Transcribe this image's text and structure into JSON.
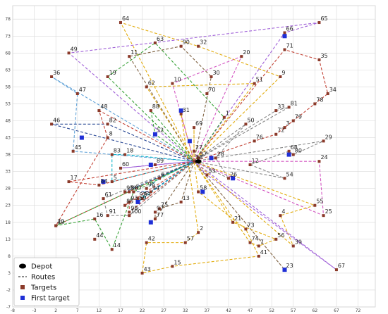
{
  "chart_data": {
    "type": "scatter",
    "title": "",
    "xlabel": "",
    "ylabel": "",
    "xlim": [
      -8,
      76
    ],
    "ylim": [
      -7,
      82
    ],
    "x_ticks": [
      -8,
      -3,
      2,
      7,
      12,
      17,
      22,
      27,
      32,
      37,
      42,
      47,
      52,
      57,
      62,
      67,
      72
    ],
    "y_ticks": [
      -7,
      -2,
      3,
      8,
      13,
      18,
      23,
      28,
      33,
      38,
      43,
      48,
      53,
      58,
      63,
      68,
      73,
      78
    ],
    "grid": true,
    "depot": {
      "x": 35,
      "y": 36
    },
    "targets": [
      {
        "id": "1",
        "x": 41,
        "y": 49
      },
      {
        "id": "2",
        "x": 35,
        "y": 15
      },
      {
        "id": "3",
        "x": 55,
        "y": 46
      },
      {
        "id": "4",
        "x": 54,
        "y": 20
      },
      {
        "id": "5",
        "x": 15,
        "y": 30
      },
      {
        "id": "6",
        "x": 26,
        "y": 31
      },
      {
        "id": "7",
        "x": 49,
        "y": 11
      },
      {
        "id": "8",
        "x": 14,
        "y": 43
      },
      {
        "id": "9",
        "x": 54,
        "y": 61
      },
      {
        "id": "10",
        "x": 29,
        "y": 59
      },
      {
        "id": "11",
        "x": 19,
        "y": 67
      },
      {
        "id": "12",
        "x": 47,
        "y": 35
      },
      {
        "id": "13",
        "x": 31,
        "y": 24
      },
      {
        "id": "14",
        "x": 15,
        "y": 10
      },
      {
        "id": "15",
        "x": 29,
        "y": 5
      },
      {
        "id": "16",
        "x": 11,
        "y": 19
      },
      {
        "id": "17",
        "x": 5,
        "y": 30
      },
      {
        "id": "18",
        "x": 18,
        "y": 38
      },
      {
        "id": "19",
        "x": 14,
        "y": 61
      },
      {
        "id": "20",
        "x": 45,
        "y": 67
      },
      {
        "id": "21",
        "x": 43,
        "y": 18
      },
      {
        "id": "22",
        "x": 2,
        "y": 17
      },
      {
        "id": "23",
        "x": 55,
        "y": 4
      },
      {
        "id": "24",
        "x": 63,
        "y": 36
      },
      {
        "id": "25",
        "x": 64,
        "y": 20
      },
      {
        "id": "26",
        "x": 42,
        "y": 31
      },
      {
        "id": "27",
        "x": 34,
        "y": 39
      },
      {
        "id": "28",
        "x": 39,
        "y": 37
      },
      {
        "id": "29",
        "x": 64,
        "y": 42
      },
      {
        "id": "30",
        "x": 38,
        "y": 61
      },
      {
        "id": "31",
        "x": 31,
        "y": 50
      },
      {
        "id": "32",
        "x": 35,
        "y": 70
      },
      {
        "id": "33",
        "x": 53,
        "y": 51
      },
      {
        "id": "34",
        "x": 65,
        "y": 56
      },
      {
        "id": "35",
        "x": 63,
        "y": 66
      },
      {
        "id": "36",
        "x": 1,
        "y": 61
      },
      {
        "id": "37",
        "x": 35,
        "y": 37
      },
      {
        "id": "38",
        "x": 34,
        "y": 36
      },
      {
        "id": "39",
        "x": 57,
        "y": 11
      },
      {
        "id": "40",
        "x": 2,
        "y": 17
      },
      {
        "id": "41",
        "x": 49,
        "y": 8
      },
      {
        "id": "42",
        "x": 23,
        "y": 12
      },
      {
        "id": "43",
        "x": 22,
        "y": 3
      },
      {
        "id": "44",
        "x": 11,
        "y": 13
      },
      {
        "id": "45",
        "x": 6,
        "y": 39
      },
      {
        "id": "46",
        "x": 1,
        "y": 47
      },
      {
        "id": "47",
        "x": 7,
        "y": 56
      },
      {
        "id": "48",
        "x": 12,
        "y": 51
      },
      {
        "id": "49",
        "x": 5,
        "y": 68
      },
      {
        "id": "50",
        "x": 46,
        "y": 47
      },
      {
        "id": "51",
        "x": 48,
        "y": 59
      },
      {
        "id": "52",
        "x": 25,
        "y": 44
      },
      {
        "id": "53",
        "x": 37,
        "y": 32
      },
      {
        "id": "54",
        "x": 55,
        "y": 31
      },
      {
        "id": "55",
        "x": 62,
        "y": 23
      },
      {
        "id": "56",
        "x": 53,
        "y": 13
      },
      {
        "id": "57",
        "x": 32,
        "y": 12
      },
      {
        "id": "58",
        "x": 35,
        "y": 27
      },
      {
        "id": "59",
        "x": 21,
        "y": 24
      },
      {
        "id": "60",
        "x": 17,
        "y": 34
      },
      {
        "id": "61",
        "x": 13,
        "y": 25
      },
      {
        "id": "62",
        "x": 23,
        "y": 58
      },
      {
        "id": "63",
        "x": 25,
        "y": 71
      },
      {
        "id": "64",
        "x": 17,
        "y": 77
      },
      {
        "id": "65",
        "x": 63,
        "y": 77
      },
      {
        "id": "66",
        "x": 55,
        "y": 74
      },
      {
        "id": "67",
        "x": 67,
        "y": 4
      },
      {
        "id": "68",
        "x": 56,
        "y": 39
      },
      {
        "id": "69",
        "x": 34,
        "y": 46
      },
      {
        "id": "70",
        "x": 37,
        "y": 56
      },
      {
        "id": "71",
        "x": 55,
        "y": 69
      },
      {
        "id": "72",
        "x": 53,
        "y": 44
      },
      {
        "id": "73",
        "x": 46,
        "y": 16
      },
      {
        "id": "74",
        "x": 47,
        "y": 12
      },
      {
        "id": "75",
        "x": 26,
        "y": 22
      },
      {
        "id": "76",
        "x": 48,
        "y": 42
      },
      {
        "id": "77",
        "x": 25,
        "y": 19
      },
      {
        "id": "78",
        "x": 62,
        "y": 53
      },
      {
        "id": "79",
        "x": 57,
        "y": 48
      },
      {
        "id": "80",
        "x": 57,
        "y": 38
      },
      {
        "id": "81",
        "x": 56,
        "y": 52
      },
      {
        "id": "82",
        "x": 14,
        "y": 47
      },
      {
        "id": "83",
        "x": 15,
        "y": 38
      },
      {
        "id": "84",
        "x": 12,
        "y": 29
      },
      {
        "id": "85",
        "x": 18,
        "y": 23
      },
      {
        "id": "86",
        "x": 19,
        "y": 27
      },
      {
        "id": "87",
        "x": 20,
        "y": 27
      },
      {
        "id": "88",
        "x": 24,
        "y": 51
      },
      {
        "id": "89",
        "x": 25,
        "y": 35
      },
      {
        "id": "90",
        "x": 31,
        "y": 70
      },
      {
        "id": "91",
        "x": 14,
        "y": 20
      },
      {
        "id": "92",
        "x": 21,
        "y": 25
      },
      {
        "id": "93",
        "x": 19,
        "y": 24
      },
      {
        "id": "94",
        "x": 24,
        "y": 27
      },
      {
        "id": "95",
        "x": 18,
        "y": 27
      },
      {
        "id": "96",
        "x": 23,
        "y": 28
      },
      {
        "id": "97",
        "x": 25,
        "y": 21
      },
      {
        "id": "98",
        "x": 19,
        "y": 21
      },
      {
        "id": "99",
        "x": 22,
        "y": 25
      },
      {
        "id": "100",
        "x": 19,
        "y": 20
      }
    ],
    "first_targets": [
      {
        "x": 33,
        "y": 42
      },
      {
        "x": 25,
        "y": 44
      },
      {
        "x": 31,
        "y": 51
      },
      {
        "x": 38,
        "y": 37
      },
      {
        "x": 56,
        "y": 38
      },
      {
        "x": 43,
        "y": 31
      },
      {
        "x": 36,
        "y": 27
      },
      {
        "x": 55,
        "y": 4
      },
      {
        "x": 24,
        "y": 18
      },
      {
        "x": 21,
        "y": 24
      },
      {
        "x": 13,
        "y": 30
      },
      {
        "x": 8,
        "y": 43
      },
      {
        "x": 24,
        "y": 35
      },
      {
        "x": 55,
        "y": 73
      }
    ],
    "routes": [
      {
        "color": "#e0a800",
        "path": [
          "38",
          "64",
          "32",
          "9",
          "38"
        ]
      },
      {
        "color": "#9b59d6",
        "path": [
          "38",
          "66",
          "65",
          "49",
          "38"
        ]
      },
      {
        "color": "#e0a800",
        "path": [
          "38",
          "62",
          "51",
          "38"
        ]
      },
      {
        "color": "#2e9e2e",
        "path": [
          "38",
          "1",
          "63",
          "19",
          "38"
        ]
      },
      {
        "color": "#7a5c3a",
        "path": [
          "38",
          "30",
          "90",
          "11",
          "38"
        ]
      },
      {
        "color": "#c0392b",
        "path": [
          "38",
          "71",
          "35",
          "34",
          "78",
          "79",
          "3",
          "72",
          "76",
          "38"
        ]
      },
      {
        "color": "#5a9ed6",
        "path": [
          "38",
          "36",
          "47",
          "45",
          "38"
        ]
      },
      {
        "color": "#1f3f8f",
        "path": [
          "38",
          "46",
          "82",
          "38"
        ]
      },
      {
        "color": "#c0392b",
        "path": [
          "38",
          "48",
          "8",
          "22",
          "38"
        ]
      },
      {
        "color": "#00b0c8",
        "path": [
          "38",
          "18",
          "83",
          "5",
          "38"
        ]
      },
      {
        "color": "#c0392b",
        "path": [
          "38",
          "17",
          "84",
          "38"
        ]
      },
      {
        "color": "#e0a800",
        "path": [
          "38",
          "31",
          "2",
          "57",
          "42",
          "43",
          "15",
          "41",
          "73",
          "58",
          "38"
        ]
      },
      {
        "color": "#2e9e2e",
        "path": [
          "38",
          "87",
          "14",
          "16",
          "40",
          "38"
        ]
      },
      {
        "color": "#808080",
        "path": [
          "38",
          "29",
          "80",
          "68",
          "12",
          "54",
          "38"
        ]
      },
      {
        "color": "#d24fc0",
        "path": [
          "38",
          "24",
          "25",
          "38"
        ]
      },
      {
        "color": "#e0a800",
        "path": [
          "38",
          "55",
          "4",
          "39",
          "38"
        ]
      },
      {
        "color": "#9b59d6",
        "path": [
          "38",
          "67",
          "53",
          "38"
        ]
      },
      {
        "color": "#7a5c3a",
        "path": [
          "38",
          "23",
          "38"
        ]
      },
      {
        "color": "#e0a800",
        "path": [
          "38",
          "74",
          "7",
          "56",
          "21",
          "38"
        ]
      },
      {
        "color": "#2e9e2e",
        "path": [
          "38",
          "52",
          "88",
          "38"
        ]
      },
      {
        "color": "#9b59d6",
        "path": [
          "38",
          "89",
          "60",
          "38"
        ]
      },
      {
        "color": "#808080",
        "path": [
          "38",
          "61",
          "91",
          "100",
          "38"
        ]
      },
      {
        "color": "#c0392b",
        "path": [
          "38",
          "85",
          "93",
          "98",
          "38"
        ]
      },
      {
        "color": "#1f3f8f",
        "path": [
          "38",
          "94",
          "86",
          "95",
          "38"
        ]
      },
      {
        "color": "#7a5c3a",
        "path": [
          "38",
          "13",
          "75",
          "97",
          "77",
          "38"
        ]
      },
      {
        "color": "#00b0c8",
        "path": [
          "38",
          "59",
          "92",
          "99",
          "96",
          "6",
          "38"
        ]
      },
      {
        "color": "#808080",
        "path": [
          "38",
          "33",
          "81",
          "38"
        ]
      },
      {
        "color": "#808080",
        "path": [
          "38",
          "50",
          "28",
          "26",
          "38"
        ]
      },
      {
        "color": "#e0a800",
        "path": [
          "38",
          "69",
          "27",
          "38"
        ]
      },
      {
        "color": "#d24fc0",
        "path": [
          "38",
          "20",
          "10",
          "38"
        ]
      }
    ],
    "legend": {
      "placement": "bottom-left",
      "entries": [
        {
          "label": "Depot",
          "marker": "ellipse"
        },
        {
          "label": "Routes",
          "marker": "dash"
        },
        {
          "label": "Targets",
          "marker": "square-brown"
        },
        {
          "label": "First target",
          "marker": "square-blue"
        }
      ]
    },
    "colors": {
      "depot": "#000000",
      "target": "#8b3a2a",
      "first_target": "#1f2fd6",
      "grid": "#d9d9d9"
    }
  }
}
